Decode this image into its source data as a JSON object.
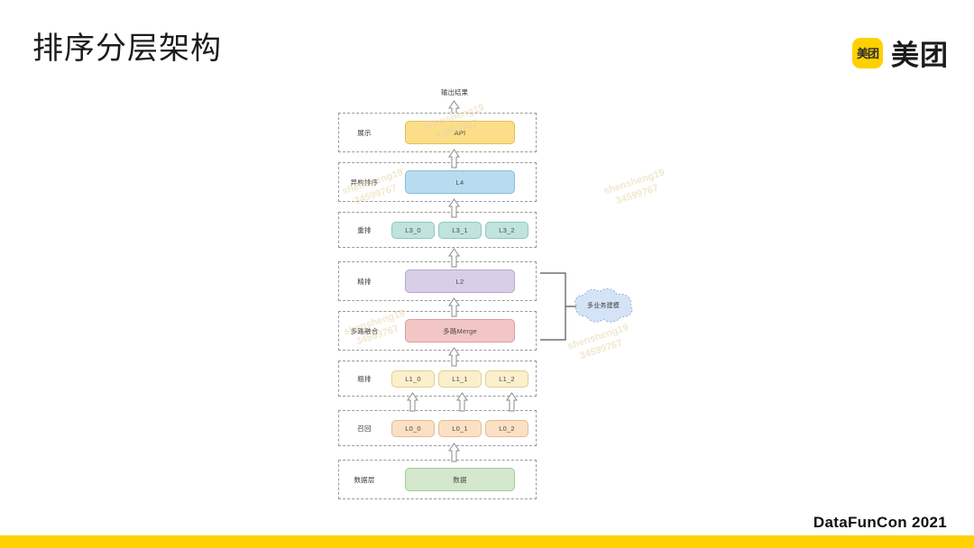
{
  "slide": {
    "title": "排序分层架构",
    "footer_text": "DataFunCon 2021"
  },
  "brand": {
    "mark_text": "美团",
    "name": "美团",
    "color": "#FFD100"
  },
  "diagram": {
    "output_label": "输出结果",
    "cloud_label": "多业务建模",
    "layers": [
      {
        "label": "展示",
        "nodes": [
          {
            "text": "API",
            "color": "#FBDE87",
            "size": "wide"
          }
        ]
      },
      {
        "label": "异构排序",
        "nodes": [
          {
            "text": "L4",
            "color": "#B8DCEF",
            "size": "wide"
          }
        ]
      },
      {
        "label": "重排",
        "nodes": [
          {
            "text": "L3_0",
            "color": "#BFE3DE",
            "size": "small"
          },
          {
            "text": "L3_1",
            "color": "#BFE3DE",
            "size": "small"
          },
          {
            "text": "L3_2",
            "color": "#BFE3DE",
            "size": "small"
          }
        ]
      },
      {
        "label": "精排",
        "nodes": [
          {
            "text": "L2",
            "color": "#D9CEE8",
            "size": "wide"
          }
        ]
      },
      {
        "label": "多路融合",
        "nodes": [
          {
            "text": "多路Merge",
            "color": "#F3C6C6",
            "size": "wide"
          }
        ]
      },
      {
        "label": "粗排",
        "nodes": [
          {
            "text": "L1_0",
            "color": "#FBF0CC",
            "size": "small"
          },
          {
            "text": "L1_1",
            "color": "#FBF0CC",
            "size": "small"
          },
          {
            "text": "L1_2",
            "color": "#FBF0CC",
            "size": "small"
          }
        ]
      },
      {
        "label": "召回",
        "nodes": [
          {
            "text": "L0_0",
            "color": "#FBE0C4",
            "size": "small"
          },
          {
            "text": "L0_1",
            "color": "#FBE0C4",
            "size": "small"
          },
          {
            "text": "L0_2",
            "color": "#FBE0C4",
            "size": "small"
          }
        ]
      },
      {
        "label": "数据层",
        "nodes": [
          {
            "text": "数据",
            "color": "#D3E8CC",
            "size": "wide"
          }
        ]
      }
    ]
  },
  "watermarks": [
    "shensheng19",
    "34599767",
    "shensheng19",
    "34599767",
    "shensheng19",
    "34599767",
    "shensheng19",
    "34599767",
    "shensheng19",
    "34599767"
  ]
}
